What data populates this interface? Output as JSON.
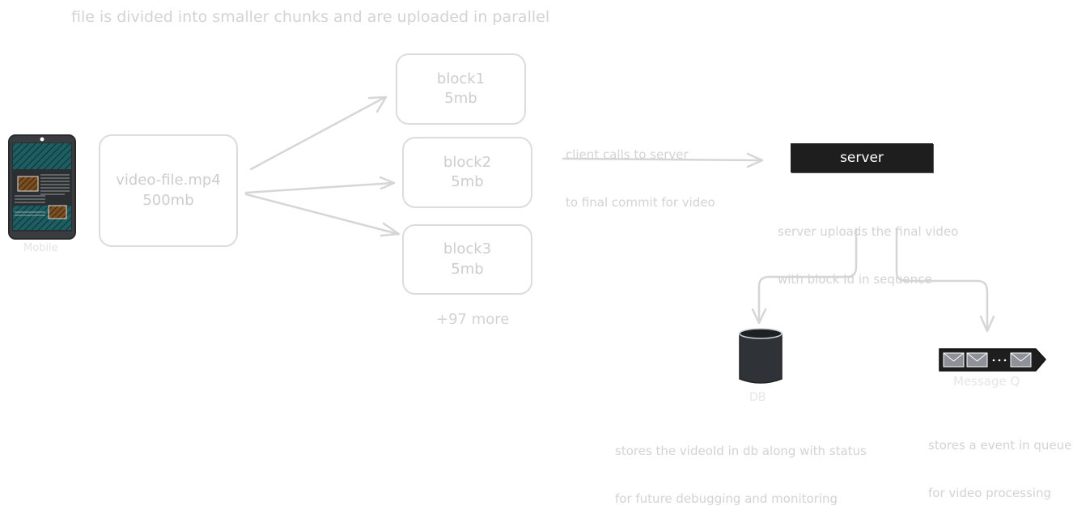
{
  "header": {
    "note": "file is divided into smaller chunks and are uploaded in parallel"
  },
  "mobile": {
    "label": "Mobile"
  },
  "file_box": {
    "name": "video-file.mp4",
    "size": "500mb"
  },
  "blocks": [
    {
      "name": "block1",
      "size": "5mb"
    },
    {
      "name": "block2",
      "size": "5mb"
    },
    {
      "name": "block3",
      "size": "5mb"
    }
  ],
  "more_blocks": "+97 more",
  "commit_note": {
    "line1": "client calls to server",
    "line2": "to final commit for video"
  },
  "server": {
    "label": "server"
  },
  "server_note": {
    "line1": "server uploads the final video",
    "line2": "with block Id in sequence"
  },
  "db": {
    "label": "DB",
    "note_line1": "stores the videoId in db along with status",
    "note_line2": "for future debugging and monitoring"
  },
  "queue": {
    "label": "Message Q",
    "note_line1": "stores a event in queue",
    "note_line2": "for video processing"
  },
  "colors": {
    "stroke": "#d6d6d6",
    "text": "#cfcfcf",
    "server_fill": "#1e1e1e",
    "db_fill": "#2f3337",
    "mobile_screen": "#1f6b6b"
  }
}
